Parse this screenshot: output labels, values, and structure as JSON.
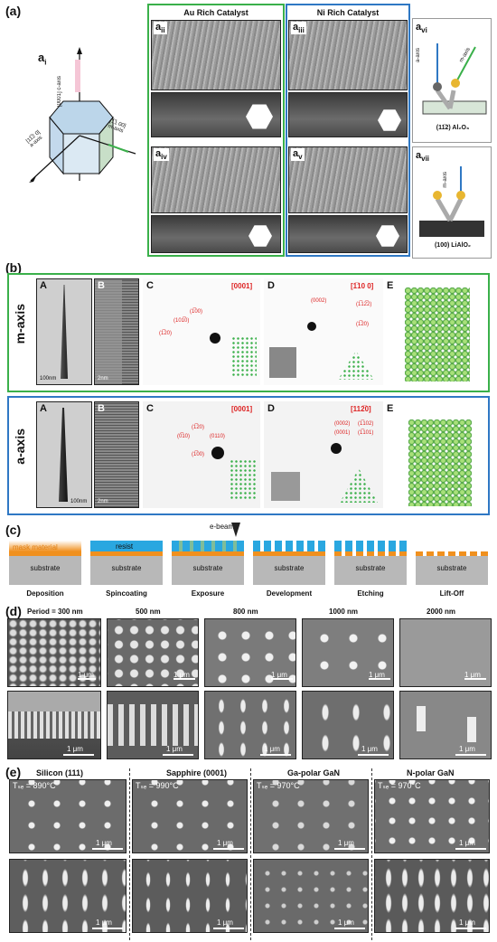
{
  "panel_a": {
    "label": "(a)",
    "ai": "a",
    "ai_sub": "i",
    "axis_c": "[0001]",
    "axis_c2": "c-axis",
    "axis_a": "[11̅2 0]",
    "axis_a2": "a-axis",
    "axis_m": "[1̅1 00]",
    "axis_m2": "m-axis",
    "au_title": "Au Rich Catalyst",
    "ni_title": "Ni Rich Catalyst",
    "sub_ii": "ii",
    "sub_iii": "iii",
    "sub_iv": "iv",
    "sub_v": "v",
    "sub_vi": "vi",
    "sub_vii": "vii",
    "a_letter": "a",
    "vi_axis_a": "a-axis",
    "vi_axis_m": "m-axis",
    "vi_sub": "(11̅2) Al₂O₃",
    "vii_axis": "m-axis",
    "vii_sub": "(100) LiAlO₂"
  },
  "panel_b": {
    "label": "(b)",
    "row1": "m-axis",
    "row2": "a-axis",
    "A": "A",
    "B": "B",
    "C": "C",
    "D": "D",
    "E": "E",
    "scale_100": "100nm",
    "scale_2": "2nm",
    "m_C_zone": "[0001]",
    "m_D_zone": "[1̅10 0]",
    "a_C_zone": "[0001]",
    "a_D_zone": "[112̅0]",
    "m_C_spots": [
      "(1̅00)",
      "(101̅0)",
      "(1̅20)"
    ],
    "m_D_spots": [
      "(0002)",
      "(1̅12̅2)",
      "(1̅20)"
    ],
    "a_C_spots": [
      "(1̅20)",
      "(0̅10)",
      "(0110)",
      "(1̅00)"
    ],
    "a_D_spots": [
      "(0002)",
      "(1̅102)",
      "(0001)",
      "(1̅101)"
    ]
  },
  "panel_c": {
    "label": "(c)",
    "ebeam": "e-beam",
    "mask": "mask material",
    "resist": "resist",
    "substrate": "substrate",
    "steps": [
      "Deposition",
      "Spincoating",
      "Exposure",
      "Development",
      "Etching",
      "Lift-Off"
    ]
  },
  "panel_d": {
    "label": "(d)",
    "periods": [
      "Period = 300 nm",
      "500 nm",
      "800 nm",
      "1000 nm",
      "2000 nm"
    ],
    "scale": "1 μm"
  },
  "panel_e": {
    "label": "(e)",
    "columns": [
      "Silicon (111)",
      "Sapphire (0001)",
      "Ga-polar GaN",
      "N-polar GaN"
    ],
    "temps": [
      "Tₛₑ = 890°C",
      "Tₛₑ = 990°C",
      "Tₛₑ = 970°C",
      "Tₛₑ = 970°C"
    ],
    "scale": "1 μm"
  },
  "colors": {
    "green": "#3ab04a",
    "blue": "#2f78c4",
    "orange": "#f0901e",
    "cyan": "#2aa7e0",
    "substrate": "#b8b8b8",
    "red": "#d22222"
  }
}
